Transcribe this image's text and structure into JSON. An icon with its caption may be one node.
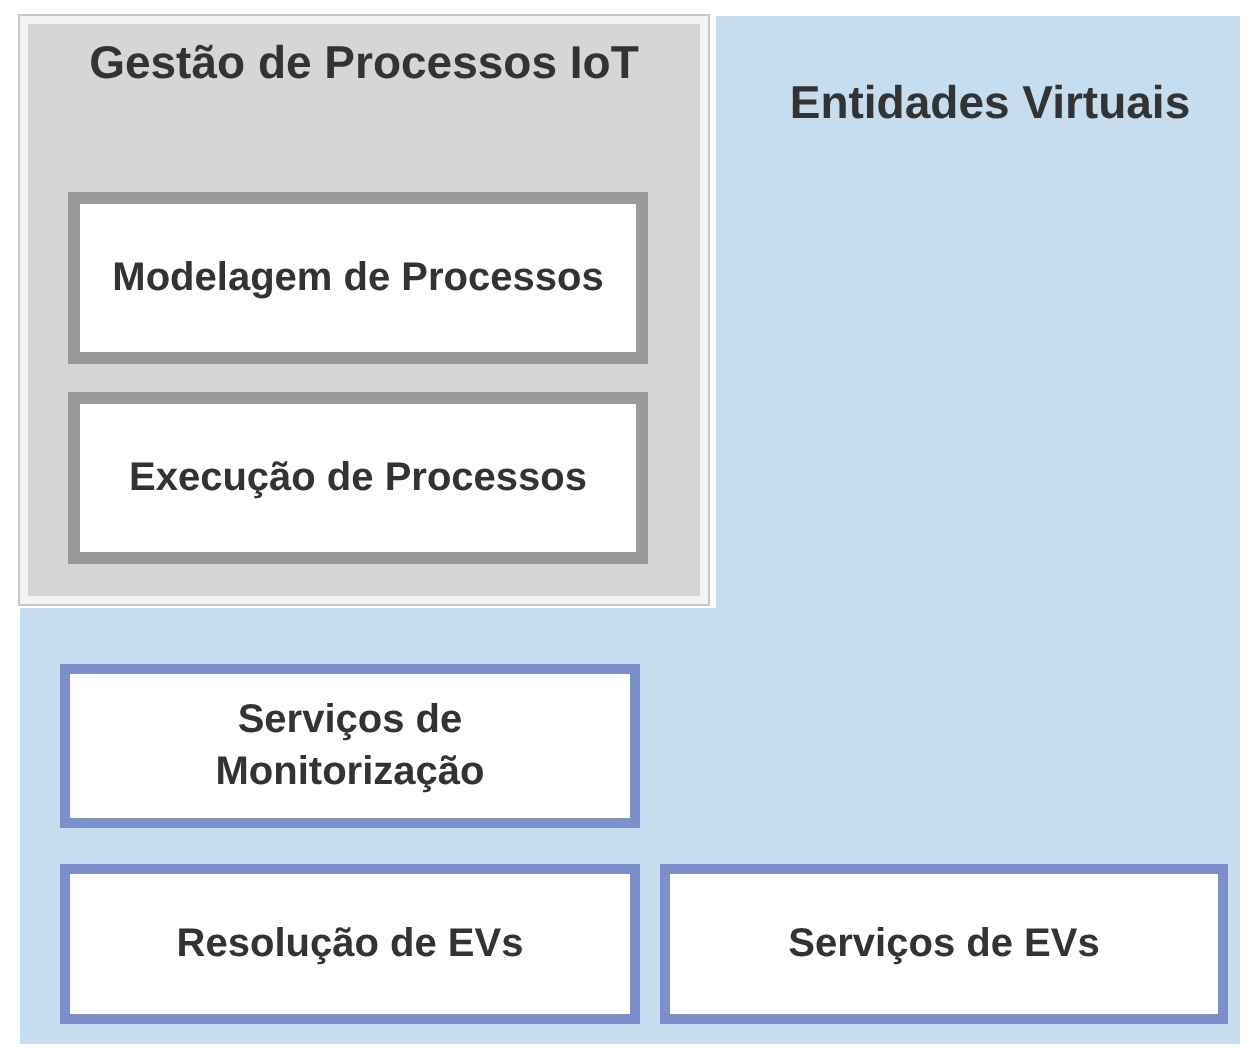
{
  "diagram": {
    "nodes": [
      {
        "text": [
          "Gestão de Processos IoT"
        ]
      },
      {
        "text": [
          "Modelagem de Processos"
        ],
        "in": 0
      },
      {
        "text": [
          "Execução de Processos"
        ],
        "in": 0
      },
      {
        "text": [
          "Entidades Virtuais"
        ]
      },
      {
        "text": [
          "Serviços de Monitorização"
        ],
        "in": 3
      },
      {
        "text": [
          "Resolução de EVs"
        ],
        "in": 3
      },
      {
        "text": [
          "Serviços de EVs"
        ],
        "in": 3
      }
    ]
  }
}
